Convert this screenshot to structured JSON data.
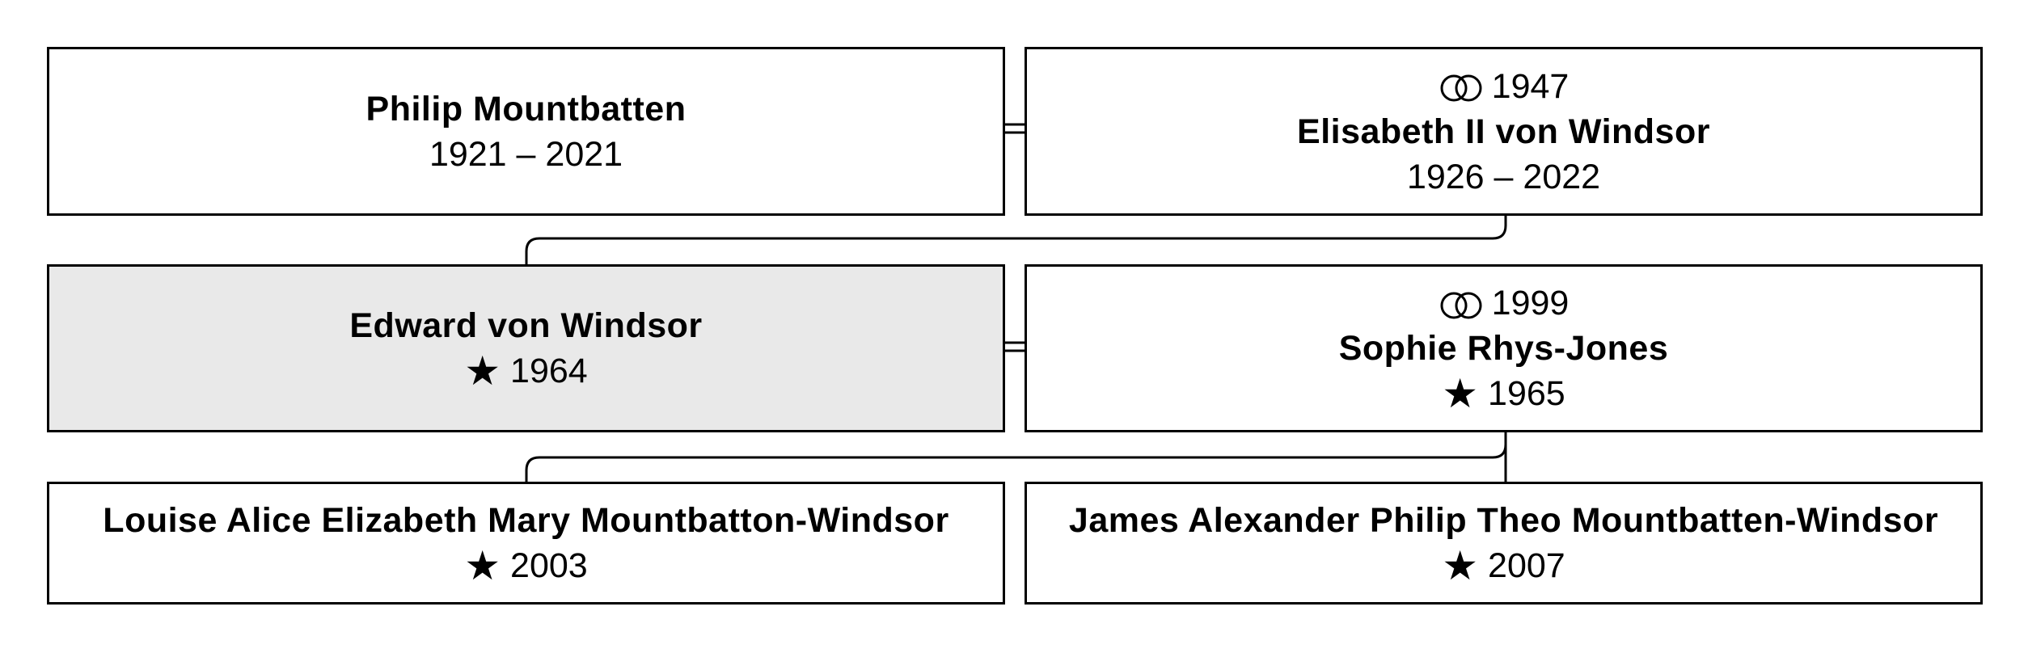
{
  "people": {
    "philip": {
      "name": "Philip Mountbatten",
      "dates": "1921 – 2021"
    },
    "elisabeth": {
      "marriage_year": "1947",
      "name": "Elisabeth II von Windsor",
      "dates": "1926 – 2022"
    },
    "edward": {
      "name": "Edward von Windsor",
      "born": "1964"
    },
    "sophie": {
      "marriage_year": "1999",
      "name": "Sophie Rhys-Jones",
      "born": "1965"
    },
    "louise": {
      "name": "Louise Alice Elizabeth Mary Mountbatton-Windsor",
      "born": "2003"
    },
    "james": {
      "name": "James Alexander Philip Theo Mountbatten-Windsor",
      "born": "2007"
    }
  },
  "symbols": {
    "marriage_icon": "rings-icon",
    "birth_icon": "star-icon"
  },
  "colors": {
    "highlight": "#e9e9e9",
    "border": "#000000"
  }
}
